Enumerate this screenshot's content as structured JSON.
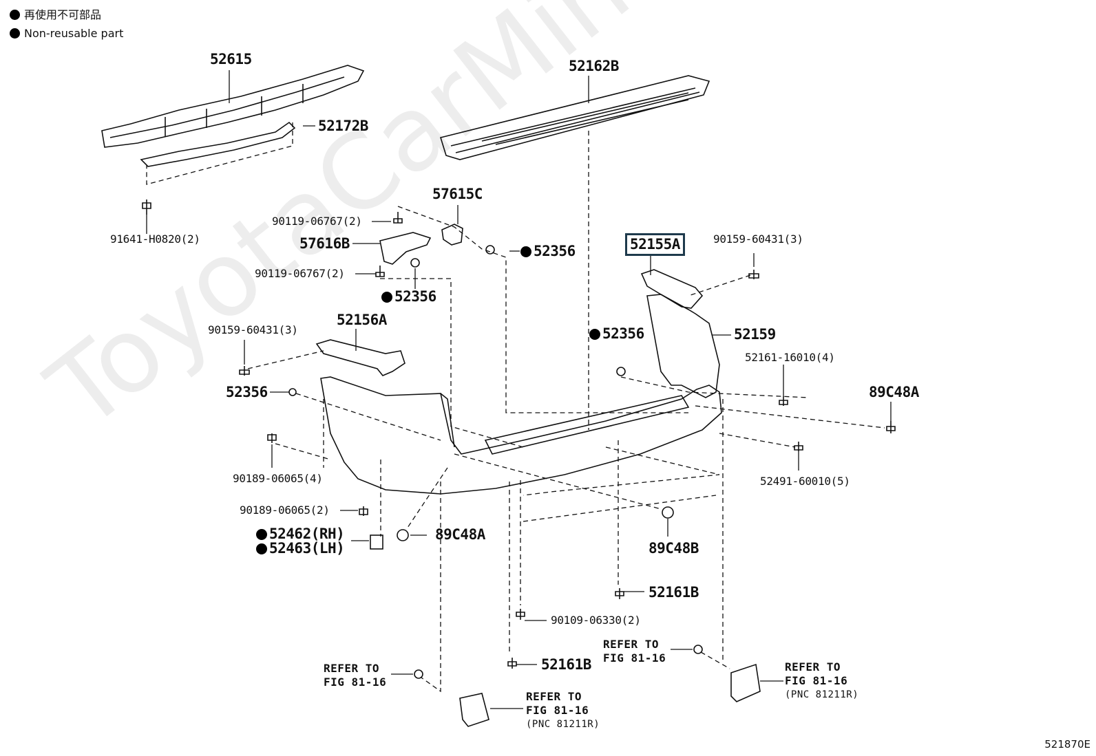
{
  "legend": {
    "jp": "再使用不可部品",
    "en": "Non-reusable part"
  },
  "watermark": "ToyotaCarMine.ru",
  "figure_id": "521870E",
  "highlight_color": "#1e3a4c",
  "labels": {
    "p52615": "52615",
    "p52172B": "52172B",
    "p91641": "91641-H0820(2)",
    "p52162B": "52162B",
    "p57615C": "57615C",
    "p90119a": "90119-06767(2)",
    "p57616B": "57616B",
    "p90119b": "90119-06767(2)",
    "p52356a": "52356",
    "p52356b": "52356",
    "p52356c": "52356",
    "p52356d": "52356",
    "p52155A": "52155A",
    "p90159a": "90159-60431(3)",
    "p90159b": "90159-60431(3)",
    "p52156A": "52156A",
    "p52159": "52159",
    "p52161_16010": "52161-16010(4)",
    "p89C48A_r": "89C48A",
    "p90189a": "90189-06065(4)",
    "p52491": "52491-60010(5)",
    "p90189b": "90189-06065(2)",
    "p52462": "52462(RH)",
    "p52463": "52463(LH)",
    "p89C48A_l": "89C48A",
    "p89C48B": "89C48B",
    "p52161B_a": "52161B",
    "p90109": "90109-06330(2)",
    "p52161B_b": "52161B"
  },
  "refs": {
    "ref1_l1": "REFER TO",
    "ref1_l2": "FIG 81-16",
    "ref2_l1": "REFER TO",
    "ref2_l2": "FIG 81-16",
    "ref3_l1": "REFER TO",
    "ref3_l2": "FIG 81-16",
    "ref3_l3": "(PNC 81211R)",
    "ref4_l1": "REFER TO",
    "ref4_l2": "FIG 81-16",
    "ref4_l3": "(PNC 81211R)"
  }
}
